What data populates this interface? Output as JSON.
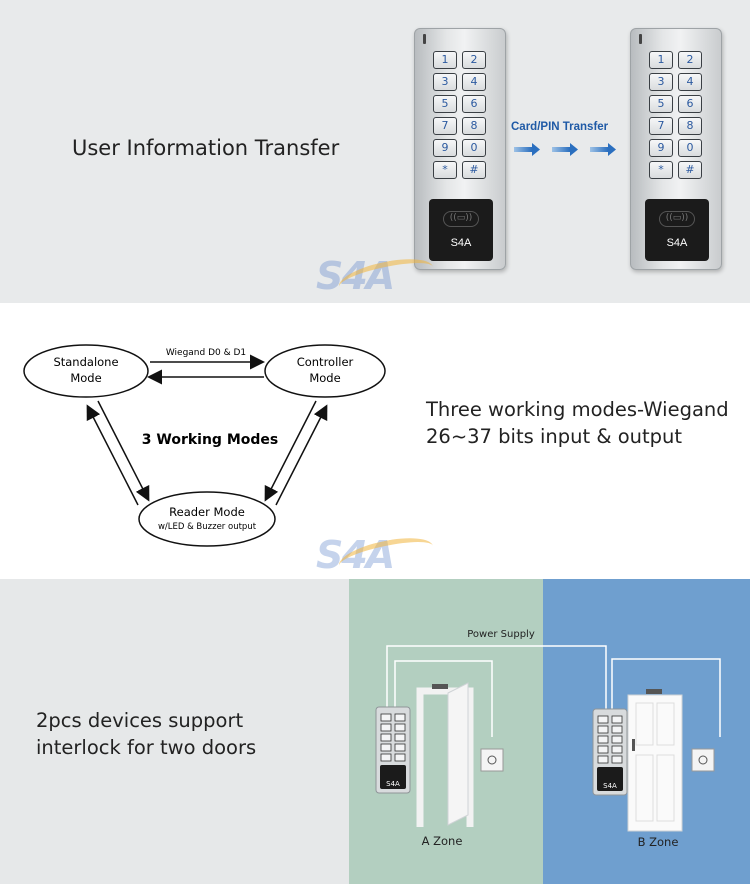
{
  "section1": {
    "caption": "User Information Transfer",
    "transfer_label": "Card/PIN Transfer",
    "devices": [
      {
        "keys": [
          "1",
          "2",
          "3",
          "4",
          "5",
          "6",
          "7",
          "8",
          "9",
          "0",
          "*",
          "#"
        ],
        "brand": "S4A"
      },
      {
        "keys": [
          "1",
          "2",
          "3",
          "4",
          "5",
          "6",
          "7",
          "8",
          "9",
          "0",
          "*",
          "#"
        ],
        "brand": "S4A"
      }
    ],
    "watermark": "S4A"
  },
  "section2": {
    "standalone_line1": "Standalone",
    "standalone_line2": "Mode",
    "controller_line1": "Controller",
    "controller_line2": "Mode",
    "reader_line1": "Reader Mode",
    "reader_line2": "w/LED & Buzzer output",
    "wiegand_label": "Wiegand D0 & D1",
    "center_label": "3 Working Modes",
    "caption_line1": "Three working modes-Wiegand",
    "caption_line2": "26~37 bits input & output",
    "watermark": "S4A"
  },
  "section3": {
    "caption_line1": "2pcs devices support",
    "caption_line2": "interlock for two doors",
    "power_supply": "Power Supply",
    "zone_a": "A Zone",
    "zone_b": "B Zone",
    "device_brand": "S4A",
    "colors": {
      "zone_a": "#b3cfc0",
      "zone_b": "#6f9fcf"
    }
  }
}
